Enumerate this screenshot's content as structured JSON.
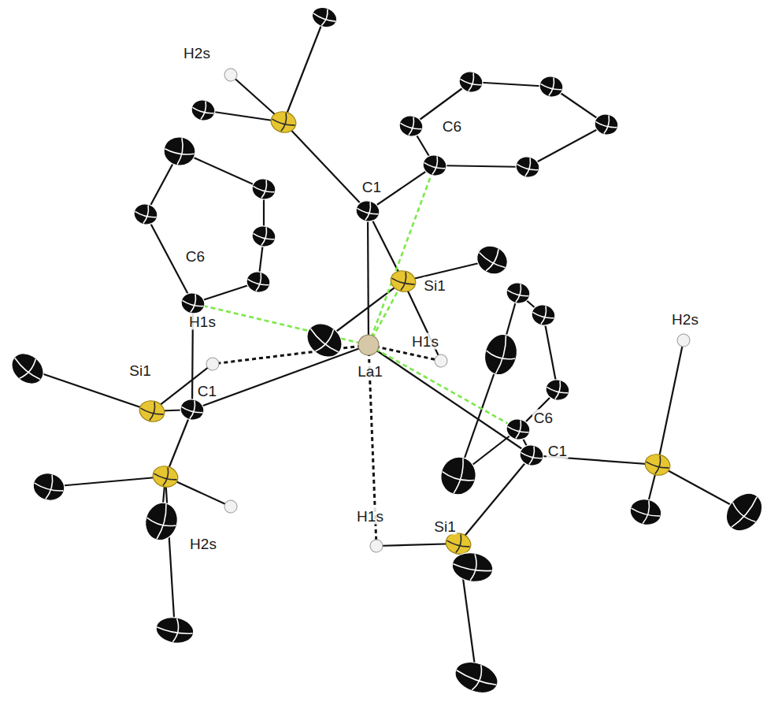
{
  "diagram": {
    "labels": [
      "H2s",
      "C6",
      "C1",
      "C6",
      "Si1",
      "H2s",
      "H1s",
      "H1s",
      "La1",
      "Si1",
      "C1",
      "C6",
      "C1",
      "H1s",
      "Si1",
      "H2s"
    ]
  }
}
